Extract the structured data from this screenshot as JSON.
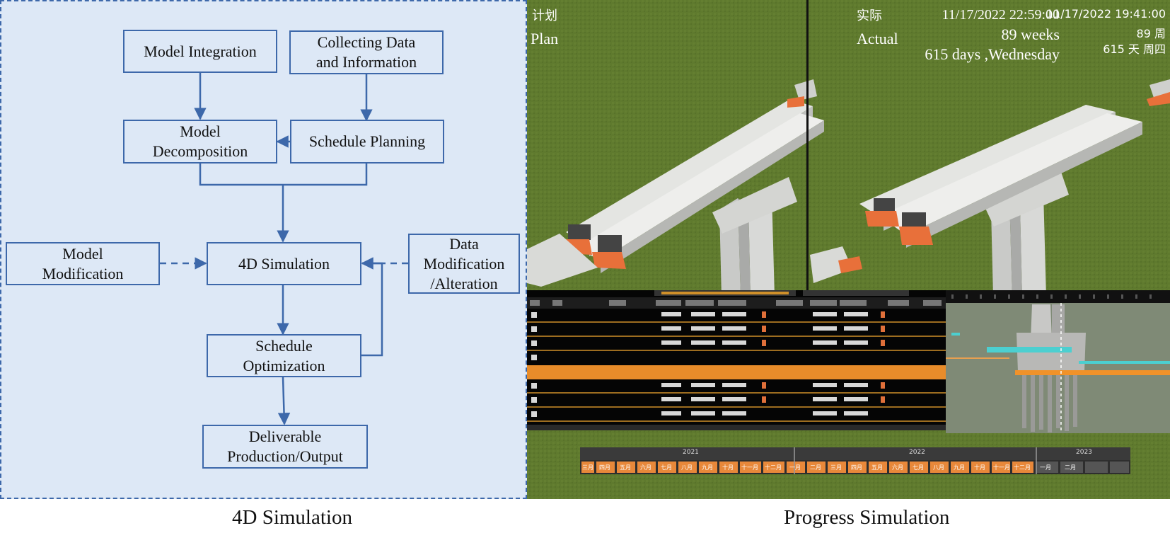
{
  "flowchart": {
    "model_integration": "Model Integration",
    "collecting_data": [
      "Collecting Data",
      "and Information"
    ],
    "model_decomposition": [
      "Model",
      "Decomposition"
    ],
    "schedule_planning": "Schedule Planning",
    "model_modification": [
      "Model",
      "Modification"
    ],
    "simulation_4d": "4D Simulation",
    "data_modification": [
      "Data",
      "Modification",
      "/Alteration"
    ],
    "schedule_optimization": [
      "Schedule",
      "Optimization"
    ],
    "deliverable": [
      "Deliverable",
      "Production/Output"
    ]
  },
  "simulation": {
    "plan_cn": "计划",
    "plan_en": "Plan",
    "actual_cn": "实际",
    "actual_en": "Actual",
    "date_en": "11/17/2022 22:59:00",
    "weeks_en": "89 weeks",
    "days_en": "615 days ,Wednesday",
    "date_cn": "11/17/2022 19:41:00",
    "weeks_cn": "89 周",
    "days_cn": "615 天 周四"
  },
  "timeline": {
    "years": [
      "2021",
      "2022",
      "2023"
    ],
    "months": [
      "三月",
      "四月",
      "五月",
      "六月",
      "七月",
      "八月",
      "九月",
      "十月",
      "十一月",
      "十二月",
      "一月",
      "二月",
      "三月",
      "四月",
      "五月",
      "六月",
      "七月",
      "八月",
      "九月",
      "十月",
      "十一月",
      "十二月",
      "一月",
      "二月"
    ]
  },
  "captions": {
    "left": "4D Simulation",
    "right": "Progress Simulation"
  },
  "colors": {
    "flow_fill": "#dde8f6",
    "flow_stroke": "#3d68aa",
    "grass": "#5f7a2e",
    "highlight_row": "#e88c2a",
    "gantt_teal": "#4ccfd0",
    "gantt_orange": "#f0922a"
  }
}
